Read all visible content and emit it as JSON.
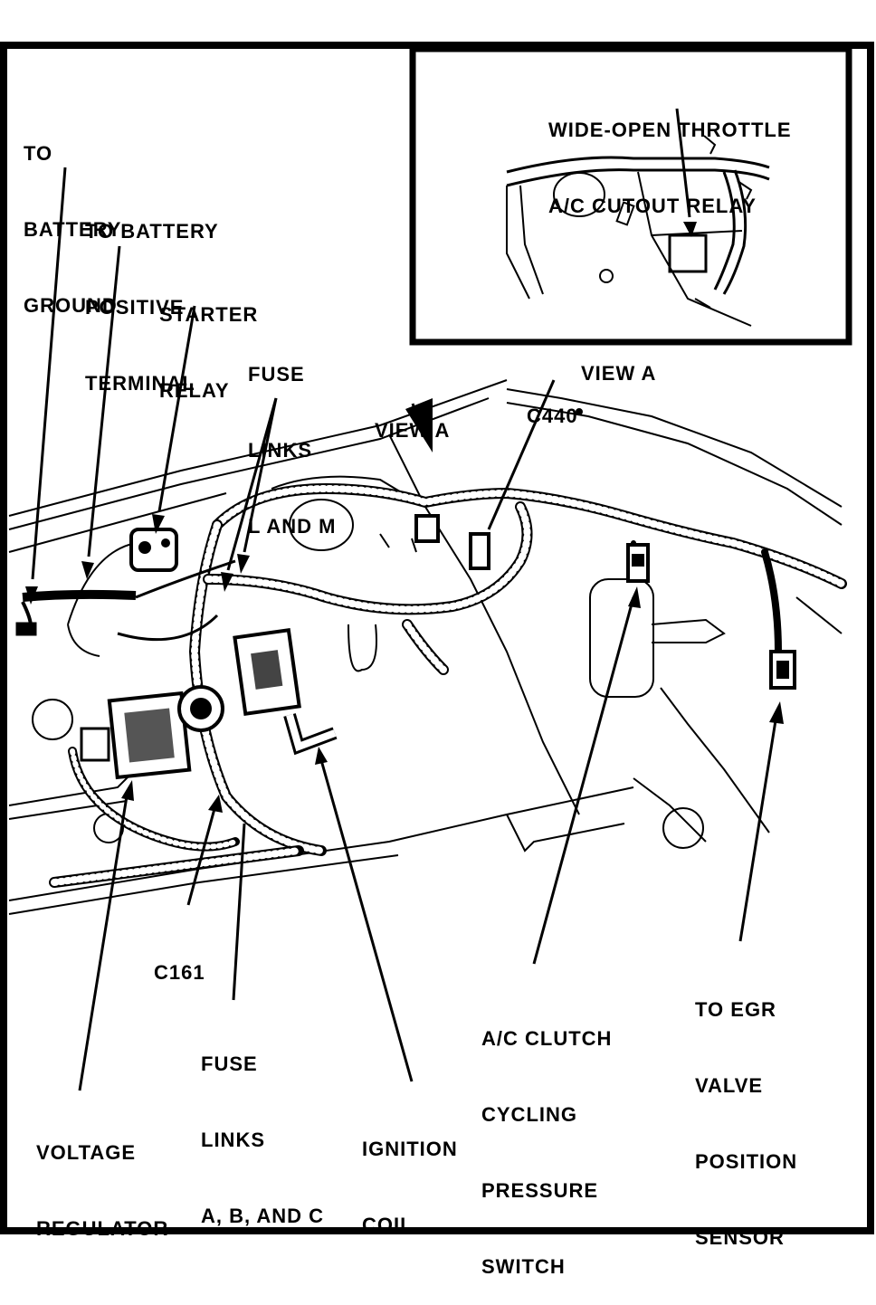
{
  "diagram": {
    "inset": {
      "title_lines": [
        "WIDE-OPEN THROTTLE",
        "A/C CUTOUT RELAY"
      ],
      "caption": "VIEW A"
    },
    "labels": {
      "battery_ground": [
        "TO",
        "BATTERY",
        "GROUND"
      ],
      "battery_positive": [
        "TO BATTERY",
        "POSITIVE",
        "TERMINAL"
      ],
      "starter_relay": [
        "STARTER",
        "RELAY"
      ],
      "fuse_links_lm": [
        "FUSE",
        "LINKS",
        "L AND M"
      ],
      "view_a_pointer": "VIEW A",
      "c440": "C440",
      "c161": "C161",
      "fuse_links_abc": [
        "FUSE",
        "LINKS",
        "A, B, AND C"
      ],
      "voltage_regulator": [
        "VOLTAGE",
        "REGULATOR"
      ],
      "ignition_coil": [
        "IGNITION",
        "COIL"
      ],
      "ac_clutch_switch": [
        "A/C CLUTCH",
        "CYCLING",
        "PRESSURE",
        "SWITCH"
      ],
      "egr_sensor": [
        "TO EGR",
        "VALVE",
        "POSITION",
        "SENSOR"
      ]
    }
  }
}
